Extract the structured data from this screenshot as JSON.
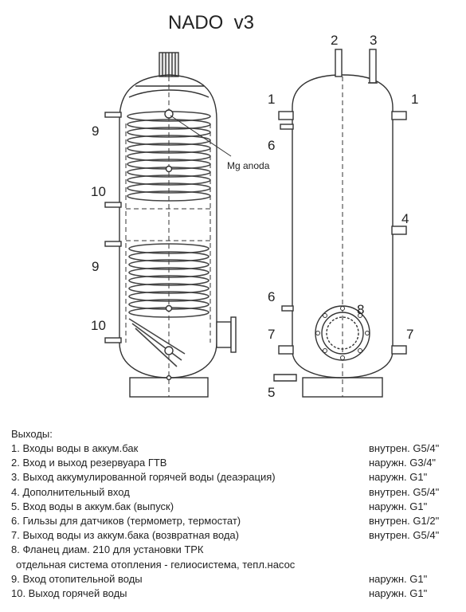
{
  "title": "NADO  v3",
  "labels": {
    "l1": "1",
    "l2": "2",
    "l3": "3",
    "l4": "4",
    "l5": "5",
    "l6": "6",
    "l7": "7",
    "l8": "8",
    "l9": "9",
    "l10": "10",
    "anode": "Mg anoda"
  },
  "legend": {
    "title": "Выходы:",
    "items": [
      {
        "desc": "1. Входы воды в аккум.бак",
        "spec": "внутрен. G5/4\""
      },
      {
        "desc": "2. Вход и выход резервуара ГТВ",
        "spec": "наружн. G3/4\""
      },
      {
        "desc": "3. Выход аккумулированной горячей воды (деаэрация)",
        "spec": "наружн. G1\""
      },
      {
        "desc": "4. Дополнительный вход",
        "spec": "внутрен. G5/4\""
      },
      {
        "desc": "5. Вход воды в аккум.бак (выпуск)",
        "spec": "наружн. G1\""
      },
      {
        "desc": "6. Гильзы для датчиков (термометр, термостат)",
        "spec": "внутрен. G1/2\""
      },
      {
        "desc": "7. Выход воды из аккум.бака (возвратная вода)",
        "spec": "внутрен. G5/4\""
      },
      {
        "desc": "8. Фланец диам. 210 для установки ТРК",
        "spec": ""
      },
      {
        "desc": "отдельная система отопления - гелиосистема, тепл.насос",
        "spec": ""
      },
      {
        "desc": "9. Вход отопительной воды",
        "spec": "наружн. G1\""
      },
      {
        "desc": "10. Выход горячей воды",
        "spec": "наружн. G1\""
      }
    ]
  }
}
